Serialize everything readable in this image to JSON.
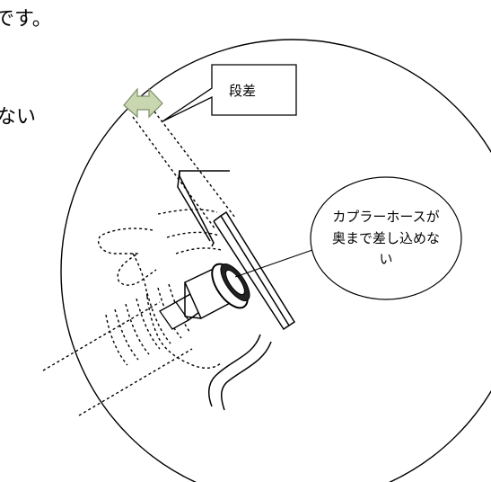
{
  "top_text_fragment": "です。",
  "side_text_fragment": "ない",
  "callout_step": "段差",
  "callout_coupler_lines": [
    "カプラーホースが",
    "奥まで差し込めな",
    "い"
  ],
  "colors": {
    "arrow_fill": "#c8d7b0",
    "arrow_stroke": "#7f8f6a"
  }
}
